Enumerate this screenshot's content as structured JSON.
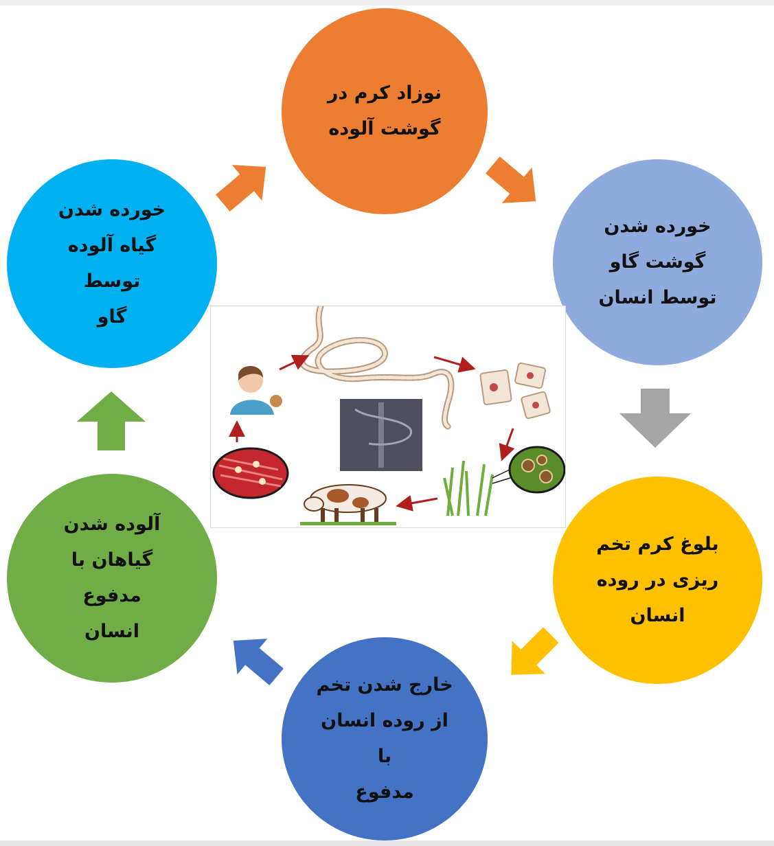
{
  "diagram": {
    "stages": [
      {
        "id": "stage-1",
        "label": "نوزاد کرم در\nگوشت آلوده",
        "color": "#ED7D31"
      },
      {
        "id": "stage-2",
        "label": "خورده شدن\nگوشت گاو\nتوسط انسان",
        "color": "#8FAADC"
      },
      {
        "id": "stage-3",
        "label": "بلوغ کرم تخم\nریزی در روده\nانسان",
        "color": "#FFC000"
      },
      {
        "id": "stage-4",
        "label": "خارج شدن تخم\nاز روده انسان با\nمدفوع",
        "color": "#4472C4"
      },
      {
        "id": "stage-5",
        "label": "آلوده شدن\nگیاهان با مدفوع\nانسان",
        "color": "#70AD47"
      },
      {
        "id": "stage-6",
        "label": "خورده شدن\nگیاه آلوده توسط\nگاو",
        "color": "#00B0F0"
      }
    ],
    "arrows": [
      {
        "from": "stage-1",
        "to": "stage-2",
        "color": "#ED7D31",
        "direction": "down-right"
      },
      {
        "from": "stage-2",
        "to": "stage-3",
        "color": "#A5A5A5",
        "direction": "down"
      },
      {
        "from": "stage-3",
        "to": "stage-4",
        "color": "#FFC000",
        "direction": "down-left"
      },
      {
        "from": "stage-4",
        "to": "stage-5",
        "color": "#4472C4",
        "direction": "up-left"
      },
      {
        "from": "stage-5",
        "to": "stage-6",
        "color": "#70AD47",
        "direction": "up"
      },
      {
        "from": "stage-6",
        "to": "stage-1",
        "color": "#ED7D31",
        "direction": "up-right"
      }
    ],
    "illustration": {
      "subject": "tapeworm-life-cycle",
      "elements": [
        "person-eating-icon",
        "tapeworm-icon",
        "proglottid-segments-icon",
        "xray-image",
        "grass-with-eggs-icon",
        "cow-icon",
        "infected-muscle-icon"
      ],
      "arrow_color": "#B01E1E"
    }
  }
}
